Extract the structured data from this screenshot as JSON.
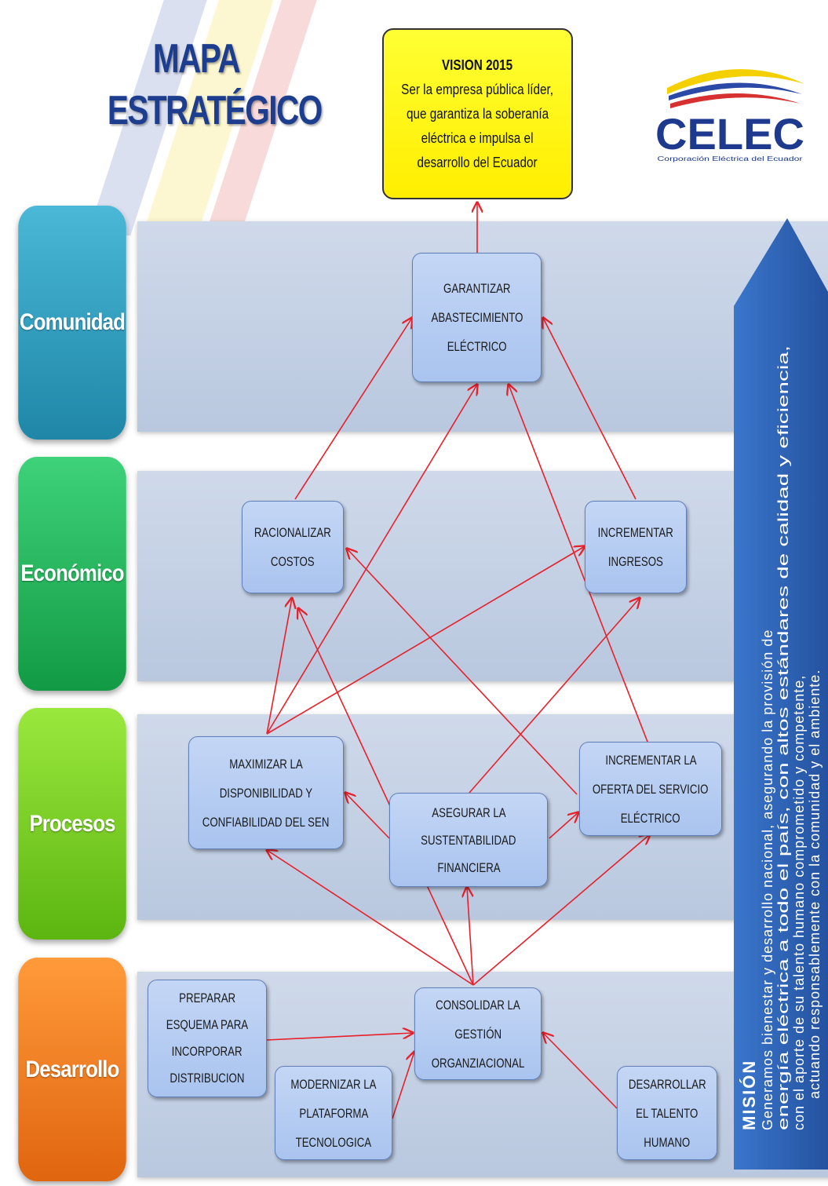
{
  "title": {
    "line1": "MAPA",
    "line2": "ESTRATÉGICO"
  },
  "vision": {
    "heading": "VISION 2015",
    "lines": [
      "Ser la empresa pública líder,",
      "que garantiza la soberanía",
      "eléctrica e impulsa el",
      "desarrollo del Ecuador"
    ]
  },
  "logo": {
    "name": "CELEC",
    "subtitle": "Corporación Eléctrica del Ecuador"
  },
  "perspectives": {
    "comunidad": "Comunidad",
    "economico": "Económico",
    "procesos": "Procesos",
    "desarrollo": "Desarrollo"
  },
  "objectives": {
    "garantizar": [
      "GARANTIZAR",
      "ABASTECIMIENTO",
      "ELÉCTRICO"
    ],
    "racionalizar": [
      "RACIONALIZAR",
      "COSTOS"
    ],
    "incrementar_ingresos": [
      "INCREMENTAR",
      "INGRESOS"
    ],
    "maximizar": [
      "MAXIMIZAR LA",
      "DISPONIBILIDAD Y",
      "CONFIABILIDAD DEL SEN"
    ],
    "asegurar": [
      "ASEGURAR  LA",
      "SUSTENTABILIDAD",
      "FINANCIERA"
    ],
    "incrementar_oferta": [
      "INCREMENTAR LA",
      "OFERTA DEL SERVICIO",
      "ELÉCTRICO"
    ],
    "preparar": [
      "PREPARAR",
      "ESQUEMA PARA",
      "INCORPORAR",
      "DISTRIBUCION"
    ],
    "consolidar": [
      "CONSOLIDAR LA",
      "GESTIÓN",
      "ORGANZIACIONAL"
    ],
    "modernizar": [
      "MODERNIZAR LA",
      "PLATAFORMA",
      "TECNOLOGICA"
    ],
    "desarrollar": [
      "DESARROLLAR",
      "EL TALENTO",
      "HUMANO"
    ]
  },
  "mission": {
    "heading": "MISIÓN",
    "lines": [
      "Generamos bienestar y desarrollo nacional, asegurando la provisión de",
      "energía eléctrica a todo el país, con altos estándares de calidad y eficiencia,",
      "con el aporte de su talento humano comprometido y competente,",
      "actuando responsablemente con la comunidad y el ambiente."
    ]
  },
  "colors": {
    "arrow": "#e8202a",
    "comunidad": "#2e9fc0",
    "economico": "#1fb85a",
    "procesos": "#74d21d",
    "desarrollo": "#f07a1c",
    "mission_arrow": "#2e62b4",
    "vision_fill": "#ffff22"
  }
}
